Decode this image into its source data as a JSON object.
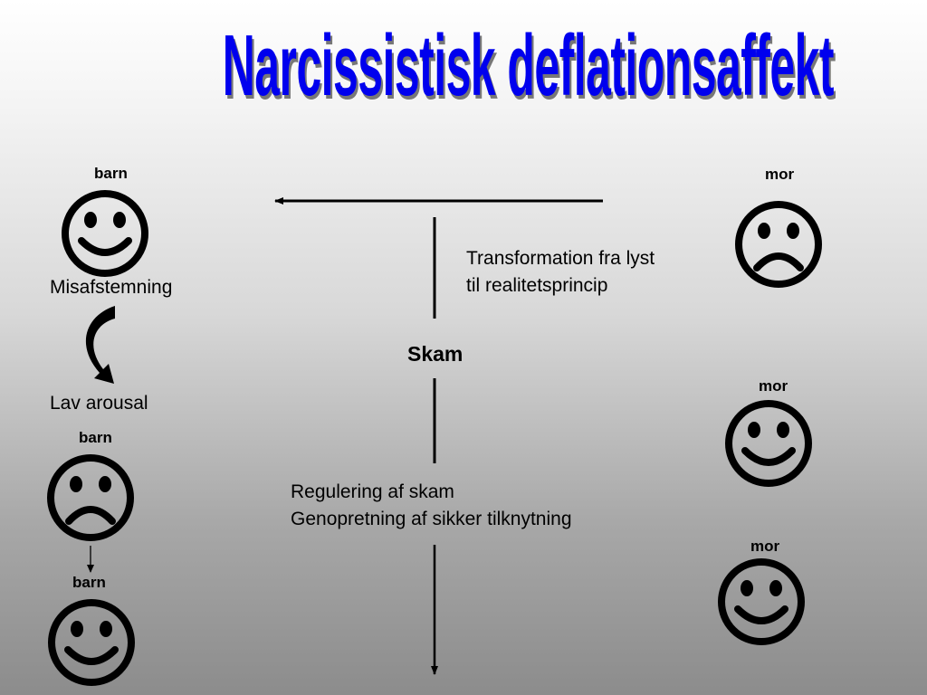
{
  "title": "Narcissistisk deflationsaffekt",
  "left": {
    "top_label": "barn",
    "misafstemning": "Misafstemning",
    "lav_arousal": "Lav arousal",
    "mid_label": "barn",
    "bottom_label": "barn"
  },
  "right": {
    "top_label": "mor",
    "mid_label": "mor",
    "bottom_label": "mor"
  },
  "center": {
    "transformation_line1": "Transformation fra lyst",
    "transformation_line2": "til realitetsprincip",
    "skam": "Skam",
    "regulering_line1": "Regulering af skam",
    "regulering_line2": "Genopretning af sikker tilknytning"
  },
  "faces": {
    "barn_top": "smiley-happy",
    "mor_top": "smiley-sad",
    "barn_mid": "smiley-sad",
    "mor_mid": "smiley-happy",
    "barn_bottom": "smiley-happy",
    "mor_bottom": "smiley-happy"
  },
  "colors": {
    "title": "#0000ee",
    "title_shadow": "#777777",
    "lines": "#000000"
  }
}
